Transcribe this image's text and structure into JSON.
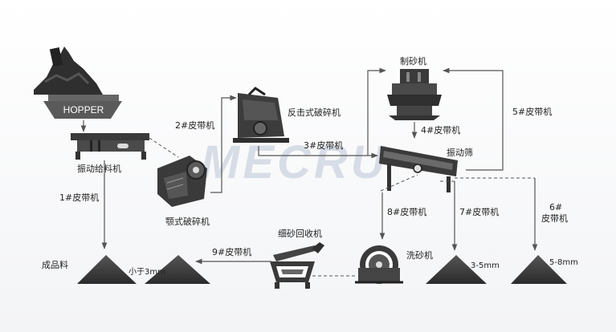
{
  "watermark": "MECRU",
  "hopper_text": "HOPPER",
  "colors": {
    "machine": "#3a3a3a",
    "pile": "#3c3c3c",
    "line": "#555555",
    "watermark": "#d7dde6"
  },
  "labels": {
    "feeder": "振动给料机",
    "belt1": "1#皮带机",
    "belt2": "2#皮带机",
    "jaw": "颚式破碎机",
    "impact": "反击式破碎机",
    "belt3": "3#皮带机",
    "sandmaker": "制砂机",
    "belt4": "4#皮带机",
    "belt5": "5#皮带机",
    "screen": "振动筛",
    "belt6a": "6#",
    "belt6b": "皮带机",
    "belt7": "7#皮带机",
    "belt8": "8#皮带机",
    "belt9": "9#皮带机",
    "washer": "洗砂机",
    "recovery": "细砂回收机",
    "product": "成品料",
    "lt3": "小于3mm",
    "p35": "3-5mm",
    "p58": "5-8mm"
  }
}
